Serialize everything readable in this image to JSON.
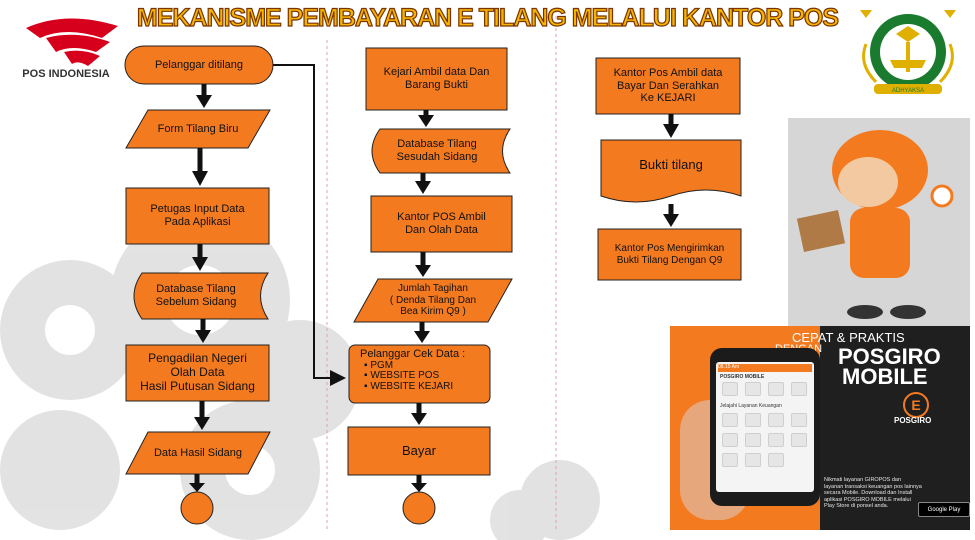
{
  "title": "MEKANISME PEMBAYARAN E TILANG MELALUI KANTOR POS",
  "logos": {
    "pos": "POS INDONESIA",
    "kejari": "ADHYAKSA"
  },
  "column1": {
    "start": "Pelanggar ditilang",
    "form": "Form Tilang Biru",
    "input": "Petugas Input Data\nPada Aplikasi",
    "db": "Database Tilang\nSebelum  Sidang",
    "court": "Pengadilan Negeri\nOlah Data\nHasil Putusan Sidang",
    "result": "Data Hasil Sidang"
  },
  "column2": {
    "kejari": "Kejari Ambil data Dan\nBarang Bukti",
    "db": "Database Tilang\nSesudah  Sidang",
    "kantor": "Kantor POS Ambil\nDan Olah Data",
    "jumlah": "Jumlah Tagihan\n( Denda Tilang Dan\nBea Kirim Q9 )",
    "cek_title": "Pelanggar Cek Data :",
    "cek_items": [
      "PGM",
      "WEBSITE POS",
      "WEBSITE KEJARI"
    ],
    "bayar": "Bayar"
  },
  "column3": {
    "ambil": "Kantor Pos Ambil data\nBayar Dan Serahkan\nKe KEJARI",
    "bukti": "Bukti tilang",
    "kirim": "Kantor Pos Mengirimkan\nBukti Tilang Dengan Q9"
  },
  "ad": {
    "tagline1": "CEPAT & PRAKTIS",
    "tagline2": "DENGAN",
    "brand1": "POSGIRO",
    "brand2": "MOBILE",
    "badge": "E",
    "sub": "POSGIRO",
    "phone_header": "POSGIRO MOBILE",
    "phone_time": "08.15 Am",
    "phone_section": "Jelajahi Layanan Keuangan",
    "promo": "Nikmati layanan GIROPOS dan\nlayanan transaksi keuangan pos lainnya\nsecara Mobile. Download dan Install\naplikasi POSGIRO MOBILE melalui\nPlay Store di ponsel anda.",
    "store": "Google Play"
  },
  "colors": {
    "box": "#F47A20",
    "title": "#F4B400",
    "stroke": "#222222"
  }
}
